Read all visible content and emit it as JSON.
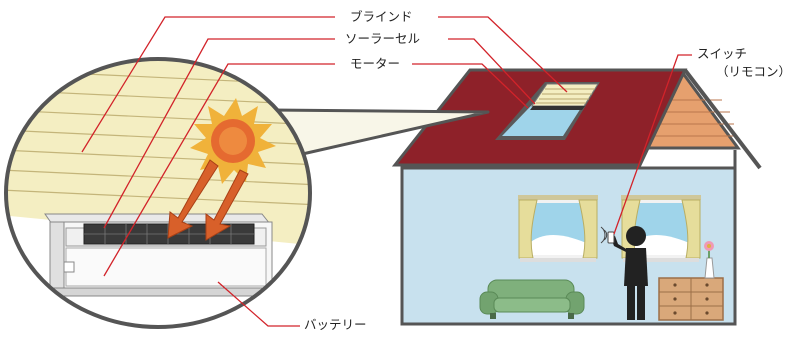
{
  "labels": {
    "blind": "ブラインド",
    "solar_cell": "ソーラーセル",
    "motor": "モーター",
    "switch": "スイッチ",
    "remote": "（リモコン）",
    "battery": "バッテリー"
  },
  "colors": {
    "leader_line": "#d2232a",
    "roof": "#8e2129",
    "wall": "#c8e1ee",
    "gable": "#e6a06e",
    "blind_slat": "#f4eec2",
    "window_glass": "#9fd4ea",
    "curtain": "#e6dd9b",
    "sofa": "#7fb07c",
    "cabinet": "#d9a87a",
    "sun": "#f0b23a",
    "arrow": "#d8602a"
  }
}
